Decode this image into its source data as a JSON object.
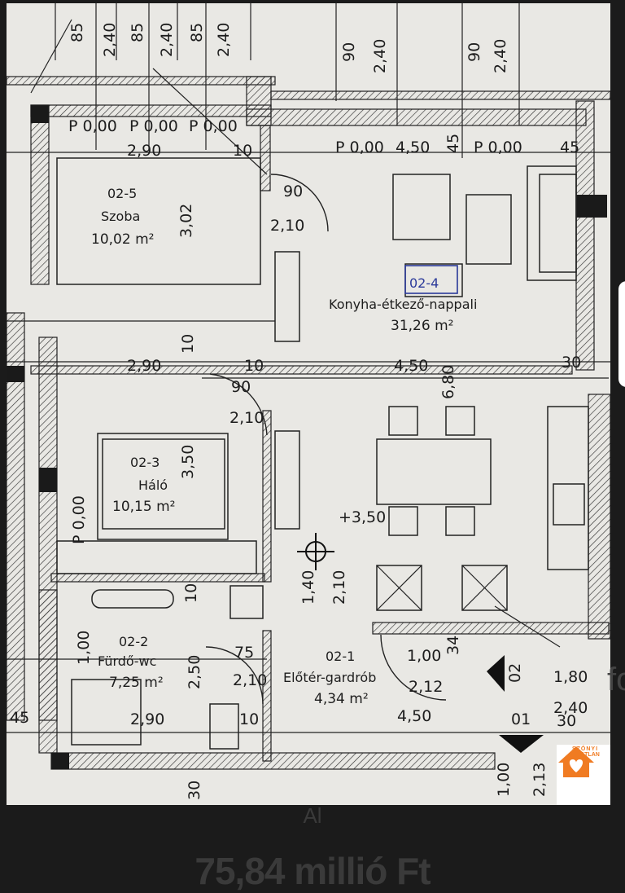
{
  "plan": {
    "top_dims": [
      "85",
      "2,40",
      "85",
      "2,40",
      "85",
      "2,40",
      "90",
      "2,40",
      "90",
      "2,40"
    ],
    "p_labels": [
      "P 0,00",
      "P 0,00",
      "P 0,00",
      "P 0,00",
      "P 0,00",
      "P 0,00"
    ],
    "room_szoba": {
      "id": "02-5",
      "name": "Szoba",
      "area": "10,02 m²",
      "height": "3,02"
    },
    "room_nappali": {
      "id": "02-4",
      "name": "Konyha-étkező-nappali",
      "area": "31,26 m²"
    },
    "room_halo": {
      "id": "02-3",
      "name": "Háló",
      "area": "10,15 m²",
      "height": "3,50"
    },
    "room_furdo": {
      "id": "02-2",
      "name": "Fürdő-wc",
      "area": "7,25 m²"
    },
    "room_eloter": {
      "id": "02-1",
      "name": "Előtér-gardrób",
      "area": "4,34 m²"
    },
    "dims": {
      "d_2_90_top": "2,90",
      "d_10_top": "10",
      "d_4_50_top": "4,50",
      "d_45_top": "45",
      "d_45_right": "45",
      "d_90_door1": "90",
      "d_2_10_door1": "2,10",
      "d_10_mid": "10",
      "d_2_90_mid": "2,90",
      "d_10_mid2": "10",
      "d_4_50_mid": "4,50",
      "d_30_mid": "30",
      "d_6_80": "6,80",
      "d_90_door2": "90",
      "d_2_10_door2": "2,10",
      "elev": "+3,50",
      "d_1_40": "1,40",
      "d_2_10_v": "2,10",
      "d_10_v": "10",
      "d_1_00": "1,00",
      "d_34": "34",
      "d_2_12": "2,12",
      "d_02": "02",
      "d_1_80": "1,80",
      "d_2_40": "2,40",
      "d_01": "01",
      "d_30_bot": "30",
      "d_75": "75",
      "d_2_10_bath": "2,10",
      "d_2_50": "2,50",
      "d_2_90_bot": "2,90",
      "d_10_bot": "10",
      "d_4_50_bot": "4,50",
      "d_45_left": "45",
      "d_30_left": "30",
      "d_1_00_bot": "1,00",
      "d_2_13": "2,13"
    }
  },
  "logo": {
    "line1": "SZÓNYI",
    "line2": "INGATLAN"
  },
  "below_text": "Al",
  "price": "75,84 millió Ft",
  "side_fragment": "fo"
}
